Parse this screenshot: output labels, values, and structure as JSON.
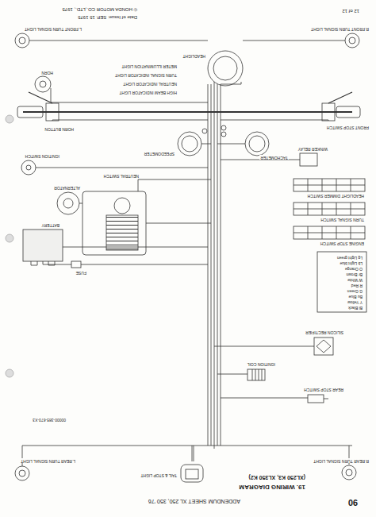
{
  "diagram": {
    "title": "19. WIRING DIAGRAM",
    "labels": [
      "90",
      "ADDENDUM SHEET XL 250, 350 '76",
      "(XL250 K3, XL350 K2)",
      "R.REAR TURN SIGNAL LIGHT",
      "TAIL & STOP LIGHT",
      "L.REAR TURN SIGNAL LIGHT",
      "00000-385-670-X3",
      "REAR STOP SWITCH",
      "IGNITION COIL",
      "SILICON RECTIFIER",
      "Bl Black",
      "Y Yellow",
      "Bu Blue",
      "G Green",
      "R Red",
      "W White",
      "Br Brown",
      "O Orange",
      "Lb Light blue",
      "Lg Light green",
      "ENGINE STOP SWITCH",
      "TURN SIGNAL SWITCH",
      "HEADLIGHT DIMMER SWITCH",
      "WINKER RELAY",
      "FUSE",
      "BATTERY",
      "NEUTRAL SWITCH",
      "ALTERNATOR",
      "IGNITION SWITCH",
      "FRONT STOP SWITCH",
      "HORN BUTTON",
      "TACHOMETER",
      "SPEEDOMETER",
      "HIGH BEAM INDICATOR LIGHT",
      "NEUTRAL INDICATOR LIGHT",
      "TURN SIGNAL INDICATOR LIGHT",
      "METER ILLUMINATION LIGHT",
      "HORN",
      "HEADLIGHT",
      "R.FRONT TURN SIGNAL LIGHT",
      "L.FRONT TURN SIGNAL LIGHT",
      "12 of 12",
      "Date of Issue: SEP. 15 1975",
      "© HONDA MOTOR CO.,LTD., 1975"
    ]
  }
}
